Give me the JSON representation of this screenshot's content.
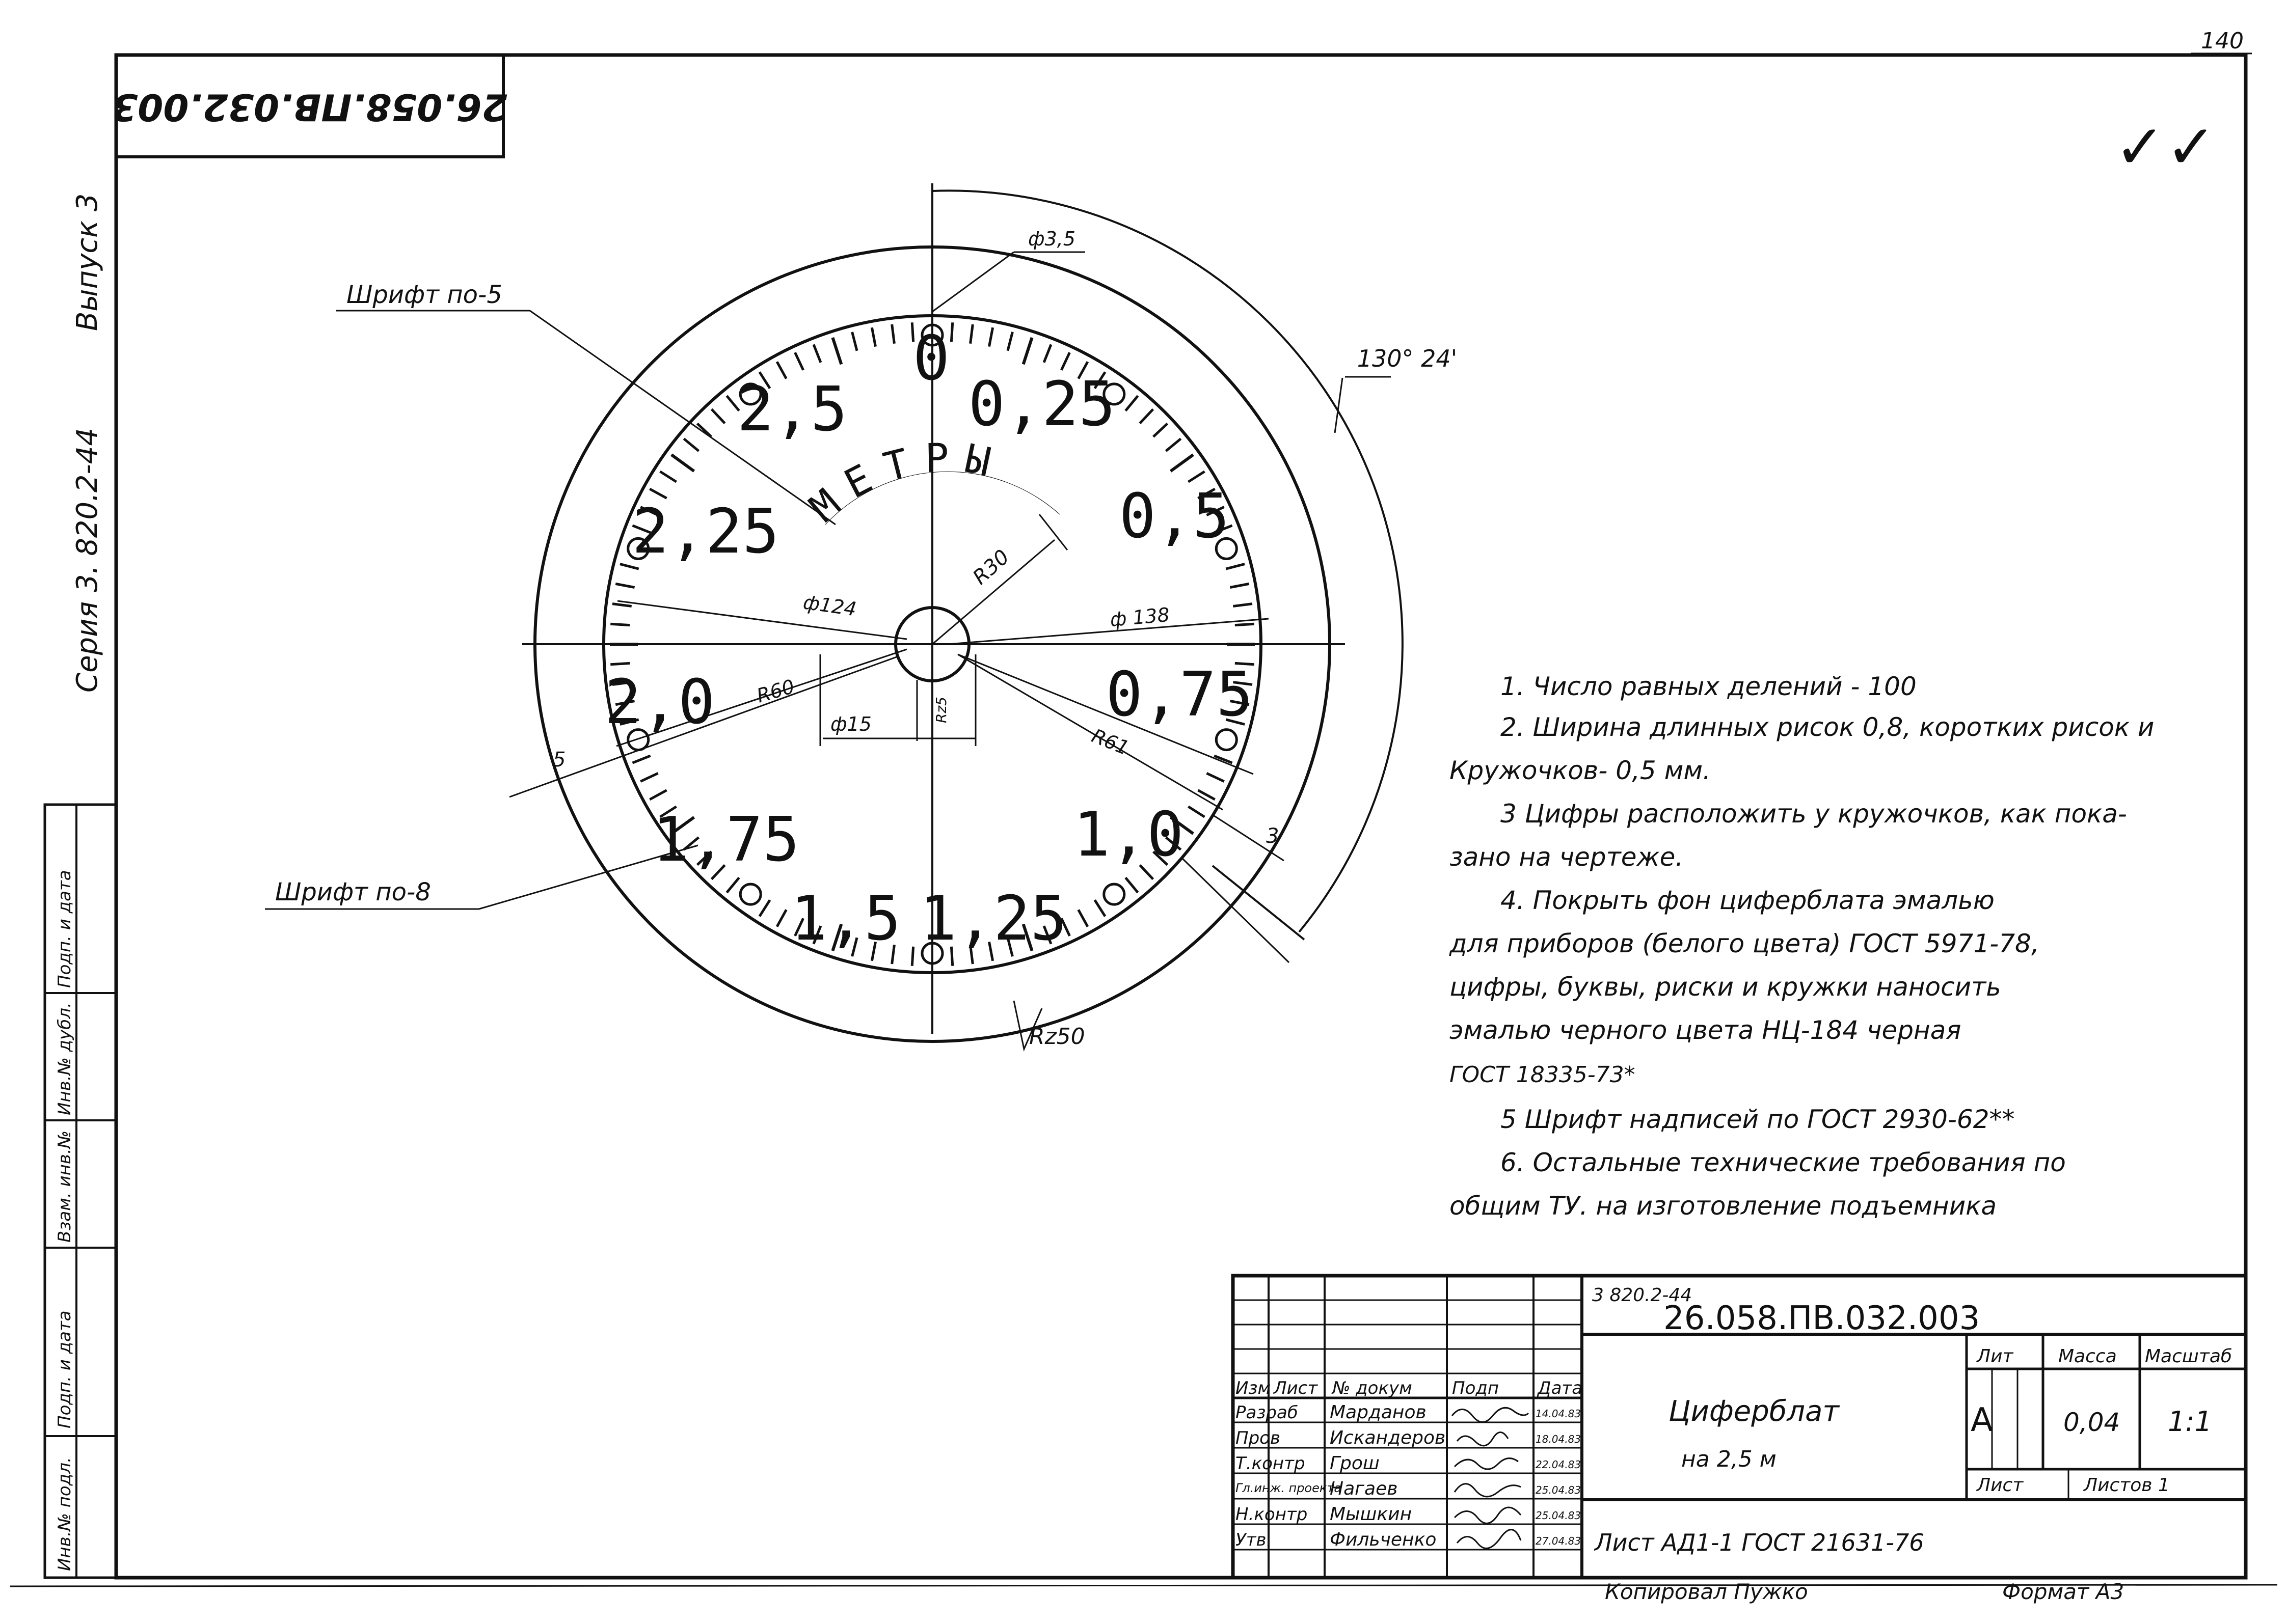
{
  "page_number": "140",
  "rotated_stamp": "26.058.ПВ.032.003",
  "checkmarks": "✓✓",
  "margin": {
    "series": "Серия 3. 820.2-44",
    "issue": "Выпуск 3",
    "cells": [
      "Инв.№ подл.",
      "Подп. и дата",
      "Взам. инв.№",
      "Инв.№ дубл.",
      "Подп. и дата"
    ]
  },
  "dial": {
    "title": "МЕТРЫ",
    "numbers": [
      "0",
      "0,25",
      "0,5",
      "0,75",
      "1,0",
      "1,25",
      "1,5",
      "1,75",
      "2,0",
      "2,25",
      "2,5"
    ]
  },
  "annotations": {
    "font5": "Шрифт по-5",
    "font8": "Шрифт по-8",
    "hole": "ф3,5",
    "angle": "130° 24'",
    "d124": "ф124",
    "d138": "ф 138",
    "r30": "R30",
    "r60": "R60",
    "r61": "R61",
    "d15": "ф15",
    "rz5": "Rz5",
    "rz50": "Rz50",
    "dim5": "5",
    "dim3": "3"
  },
  "notes": [
    "1.  Число равных делений - 100",
    "2.  Ширина длинных рисок 0,8, коротких рисок и",
    "Кружочков- 0,5 мм.",
    "3   Цифры расположить у кружочков, как пока-",
    "зано на чертеже.",
    "4. Покрыть фон циферблата эмалью",
    "для приборов (белого цвета) ГОСТ 5971-78,",
    "цифры, буквы, риски и кружки наносить",
    "эмалью черного цвета НЦ-184 черная",
    "ГОСТ 18335-73*",
    "5  Шрифт надписей по ГОСТ 2930-62**",
    "6. Остальные технические требования по",
    "общим ТУ. на изготовление подъемника"
  ],
  "title_block": {
    "series": "3 820.2-44",
    "doc_number": "26.058.ПВ.032.003",
    "name_line1": "Циферблат",
    "name_line2": "на  2,5 м",
    "material": "Лист АД1-1 ГОСТ 21631-76",
    "head": {
      "izm": "Изм",
      "list": "Лист",
      "doc": "№ докум",
      "sign": "Подп",
      "date": "Дата"
    },
    "roles": [
      {
        "role": "Разраб",
        "name": "Марданов",
        "date": "14.04.83"
      },
      {
        "role": "Пров",
        "name": "Искандеров",
        "date": "18.04.83"
      },
      {
        "role": "Т.контр",
        "name": "Грош",
        "date": "22.04.83"
      },
      {
        "role": "Гл.инж. проекта",
        "name": "Нагаев",
        "date": "25.04.83"
      },
      {
        "role": "Н.контр",
        "name": "Мышкин",
        "date": "25.04.83"
      },
      {
        "role": "Утв.",
        "name": "Фильченко",
        "date": "27.04.83"
      }
    ],
    "lit_label": "Лит",
    "mass_label": "Масса",
    "scale_label": "Масштаб",
    "lit_value": "А",
    "mass_value": "0,04",
    "scale_value": "1:1",
    "sheet_label": "Лист",
    "sheets_label": "Листов 1",
    "copied": "Копировал  Пужко",
    "format": "Формат  А3"
  }
}
